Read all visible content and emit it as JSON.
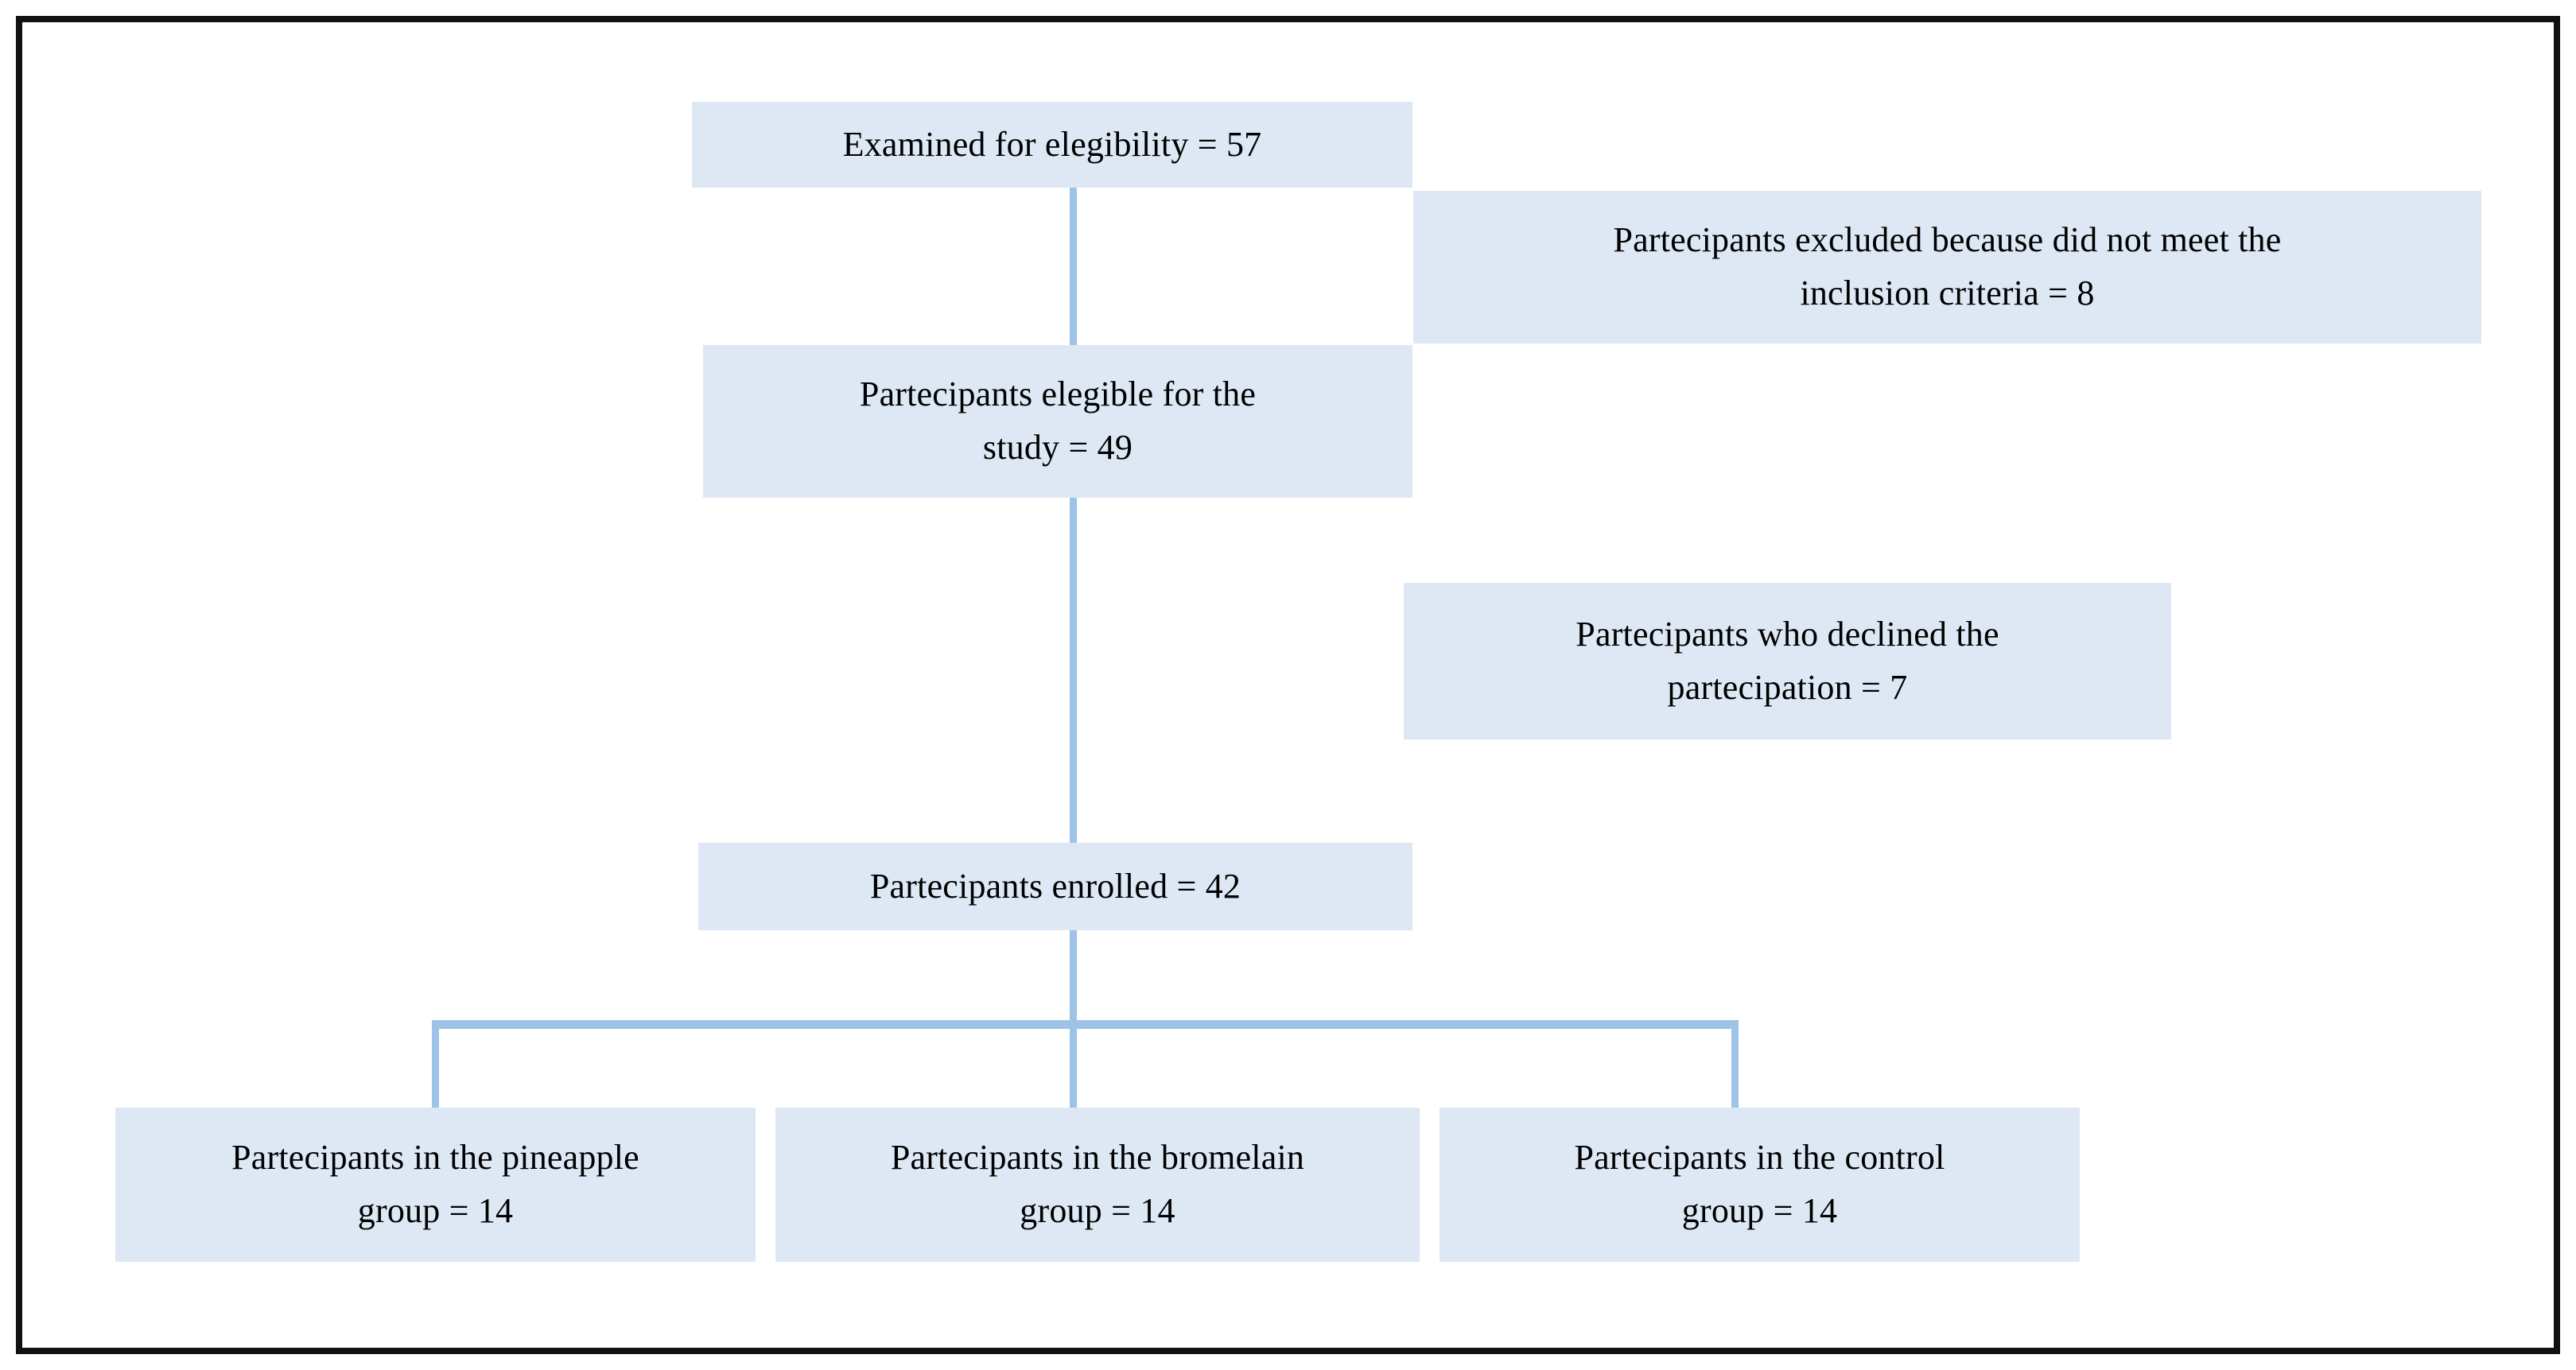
{
  "diagram": {
    "type": "flowchart",
    "title": "Participant flow diagram",
    "colors": {
      "box_fill": "#dde8f4",
      "connector": "#9dc3e6",
      "frame_border": "#111111",
      "text": "#000000",
      "background": "#ffffff"
    },
    "nodes": {
      "examined": {
        "id": "examined",
        "label": "Examined for elegibility = 57",
        "count": 57,
        "column": "center",
        "level": 0
      },
      "eligible": {
        "id": "eligible",
        "line1": "Partecipants elegible for the",
        "line2": "study = 49",
        "label": "Partecipants elegible for the study = 49",
        "count": 49,
        "column": "center",
        "level": 1
      },
      "excluded": {
        "id": "excluded",
        "line1": "Partecipants excluded because did not meet the",
        "line2": "inclusion criteria = 8",
        "label": "Partecipants excluded because did not meet the inclusion criteria = 8",
        "count": 8,
        "column": "right",
        "level": 0
      },
      "declined": {
        "id": "declined",
        "line1": "Partecipants who declined the",
        "line2": "partecipation = 7",
        "label": "Partecipants who declined the partecipation = 7",
        "count": 7,
        "column": "right",
        "level": 1
      },
      "enrolled": {
        "id": "enrolled",
        "label": "Partecipants enrolled = 42",
        "count": 42,
        "column": "center",
        "level": 2
      },
      "group_pineapple": {
        "id": "group_pineapple",
        "line1": "Partecipants in the pineapple",
        "line2": "group = 14",
        "label": "Partecipants in the pineapple group = 14",
        "count": 14,
        "column": "bottom-left",
        "level": 3
      },
      "group_bromelain": {
        "id": "group_bromelain",
        "line1": "Partecipants in the bromelain",
        "line2": "group = 14",
        "label": "Partecipants in the bromelain group = 14",
        "count": 14,
        "column": "bottom-center",
        "level": 3
      },
      "group_control": {
        "id": "group_control",
        "line1": "Partecipants in the control",
        "line2": "group = 14",
        "label": "Partecipants in the control group = 14",
        "count": 14,
        "column": "bottom-right",
        "level": 3
      }
    },
    "edges": [
      {
        "from": "examined",
        "to": "eligible",
        "style": "straight-vertical"
      },
      {
        "from": "eligible",
        "to": "enrolled",
        "style": "straight-vertical"
      },
      {
        "from": "enrolled",
        "to": "group_pineapple",
        "style": "bracket"
      },
      {
        "from": "enrolled",
        "to": "group_bromelain",
        "style": "bracket"
      },
      {
        "from": "enrolled",
        "to": "group_control",
        "style": "bracket"
      }
    ]
  }
}
